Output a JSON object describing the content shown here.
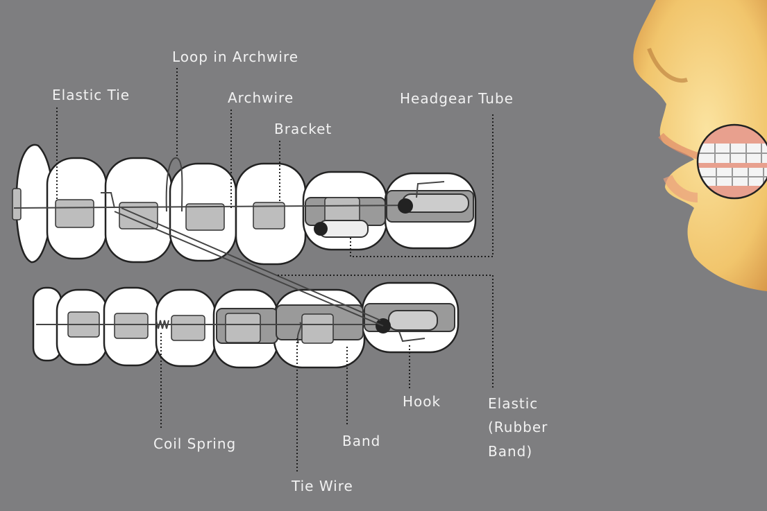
{
  "diagram": {
    "labels": {
      "loop_in_archwire": "Loop in Archwire",
      "elastic_tie": "Elastic Tie",
      "archwire": "Archwire",
      "bracket": "Bracket",
      "headgear_tube": "Headgear Tube",
      "hook": "Hook",
      "elastic_line1": "Elastic",
      "elastic_line2": "(Rubber",
      "elastic_line3": "Band)",
      "coil_spring": "Coil Spring",
      "band": "Band",
      "tie_wire": "Tie Wire"
    },
    "colors": {
      "background": "#7e7e80",
      "label_text": "#f2f2f2",
      "skin": "#f2c66e",
      "gum": "#e8a08e"
    }
  }
}
